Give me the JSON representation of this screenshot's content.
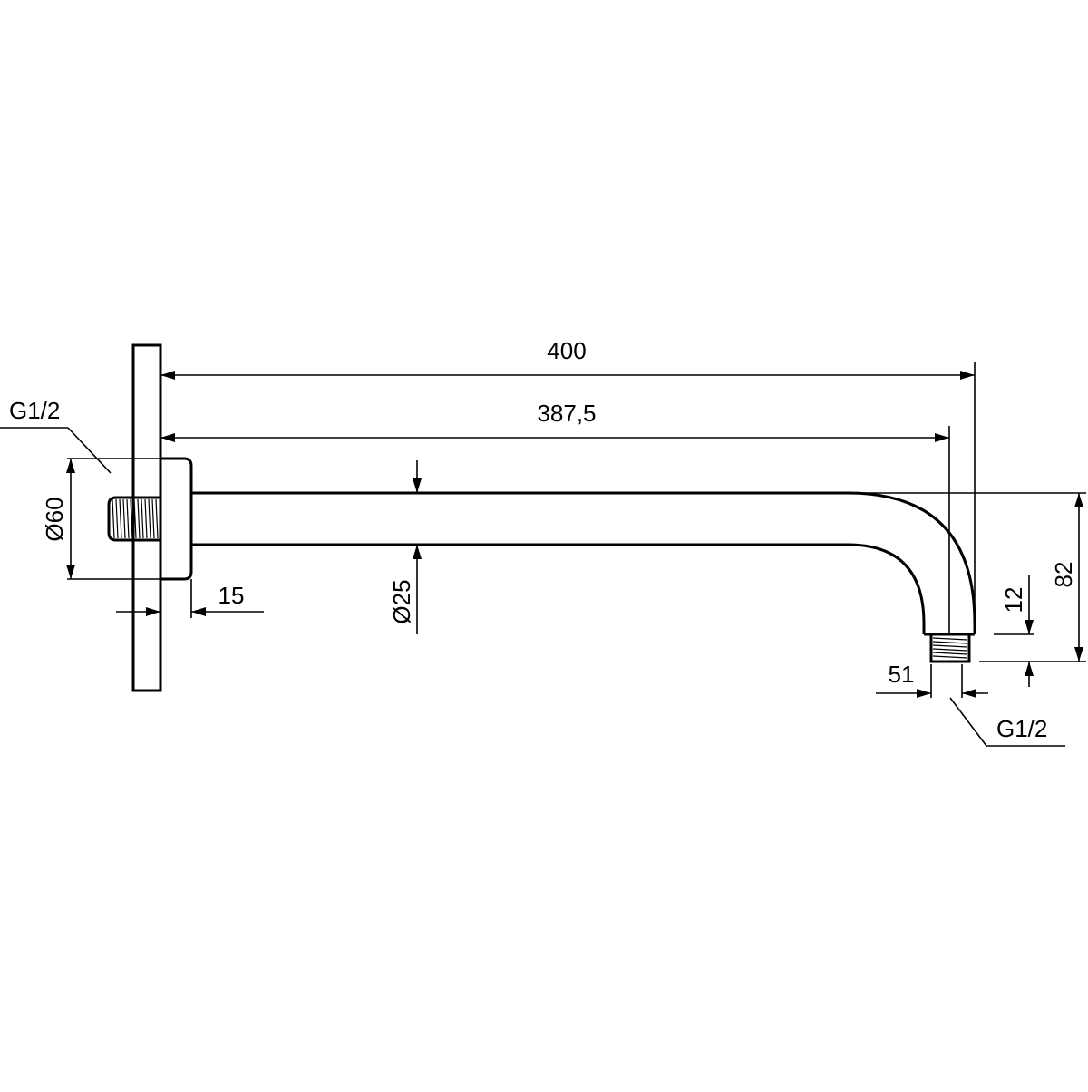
{
  "drawing": {
    "colors": {
      "line": "#000000",
      "background": "#ffffff"
    },
    "dimensions": {
      "overall_length": "400",
      "arm_length": "387,5",
      "flange_diameter": "Ø60",
      "pipe_diameter": "Ø25",
      "flange_depth": "15",
      "drop_height": "82",
      "outlet_thread_length": "12",
      "outlet_offset": "51"
    },
    "threads": {
      "wall_inlet": "G1/2",
      "shower_outlet": "G1/2"
    }
  }
}
